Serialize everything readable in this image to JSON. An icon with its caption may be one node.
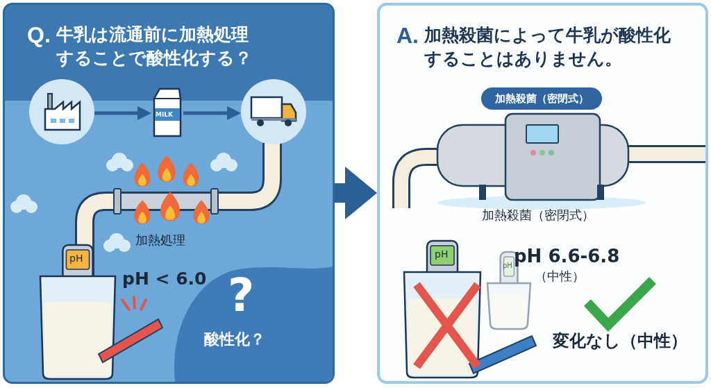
{
  "diagram": {
    "nodes": [
      {
        "text": [
          "Q.",
          "牛乳は流通前に加熱処理することで酸性化する？"
        ]
      },
      {
        "text": [],
        "shape": "picture",
        "in": 0
      },
      {
        "text": [
          "MILK"
        ],
        "in": 0
      },
      {
        "text": [],
        "shape": "picture",
        "in": 0
      },
      {
        "text": [
          "A.",
          "加熱殺菌によって牛乳が酸性化することはありません。"
        ]
      },
      {
        "text": [
          "加熱殺菌（密閉式）"
        ],
        "in": 4
      }
    ],
    "edges": [
      {
        "from": 1,
        "to": 2,
        "arrow": "to"
      },
      {
        "from": 2,
        "to": 3,
        "arrow": "to"
      },
      {
        "from": 0,
        "to": 4,
        "arrow": "to",
        "style": "thick"
      }
    ],
    "labels": [
      "加熱処理",
      "pH",
      "pH < 6.0",
      "?",
      "酸性化？",
      "pH",
      "pH",
      "加熱殺菌（密閉式）",
      "pH 6.6-6.8",
      "（中性）",
      "変化なし（中性）"
    ]
  }
}
